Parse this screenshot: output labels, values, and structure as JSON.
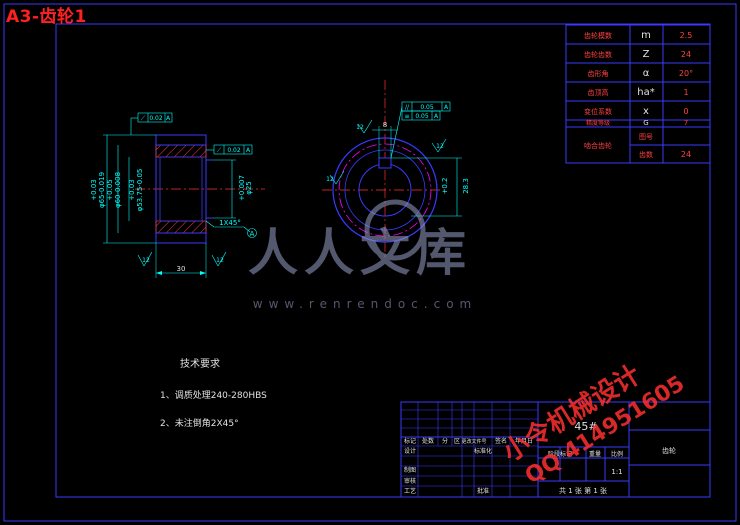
{
  "sheet_title": "A3-齿轮1",
  "params_table": [
    {
      "name": "齿轮模数",
      "symbol": "m",
      "value": "2.5"
    },
    {
      "name": "齿轮齿数",
      "symbol": "Z",
      "value": "24"
    },
    {
      "name": "齿形角",
      "symbol": "α",
      "value": "20°"
    },
    {
      "name": "齿顶高",
      "symbol": "ha*",
      "value": "1"
    },
    {
      "name": "变位系数",
      "symbol": "x",
      "value": "0"
    },
    {
      "name": "精度等级",
      "symbol": "G",
      "value": "7"
    }
  ],
  "params_mesh": {
    "name": "啮合齿轮",
    "sub1": "图号",
    "sub2": "齿数",
    "value": "24"
  },
  "front_view": {
    "flatness_frame": "0.02",
    "flatness_datum": "A",
    "runout_frame": "0.02",
    "runout_datum": "A",
    "dim_left_outer": "φ65-0.019",
    "dim_left_outer_tol": "+0.03",
    "dim_left_mid": "φ60-0.008",
    "dim_left_mid_tol": "+0.05",
    "dim_left_inner": "φ53.75-0.05",
    "dim_left_inner_tol": "+0.03",
    "dim_right_bore": "φ25",
    "dim_right_bore_tol": "+0.007",
    "chamfer": "1X45°",
    "datum": "A",
    "width": "30",
    "rough_left": "12",
    "rough_right": "12"
  },
  "side_view": {
    "parallel_frame": "0.05",
    "parallel_datum": "A",
    "symmetry_frame": "0.05",
    "symmetry_datum": "A",
    "key_width": "8",
    "key_depth": "28.3",
    "key_depth_tol": "+0.2",
    "rough_a": "12",
    "rough_b": "12",
    "rough_c": "12"
  },
  "tech_requirements": {
    "heading": "技术要求",
    "items": [
      "1、调质处理240-280HBS",
      "2、未注倒角2X45°"
    ]
  },
  "title_block": {
    "material": "45#",
    "part_name": "齿轮",
    "row_labels": [
      "标记",
      "处数",
      "分",
      "区",
      "更改文件号",
      "签名",
      "年月日"
    ],
    "left_labels": [
      "设计",
      "制图",
      "审核",
      "工艺"
    ],
    "std_label": "标准化",
    "approve_label": "批准",
    "stage_label": "阶段标记",
    "weight_label": "重量",
    "scale_label": "比例",
    "scale_value": "1:1",
    "sheets_text": "共 1 张   第 1 张"
  },
  "watermarks": {
    "logo_text": "人人文库",
    "site": "www.renrendoc.com",
    "stamp_line1": "小令机械设计",
    "stamp_line2": "QQ 414951605"
  },
  "colors": {
    "background": "#000000",
    "line": "#3a3aff",
    "dim": "#00ffff",
    "center": "#ff3030",
    "text": "#e0e0e0",
    "hatch": "#ff4040",
    "accent": "#ff00ff"
  }
}
